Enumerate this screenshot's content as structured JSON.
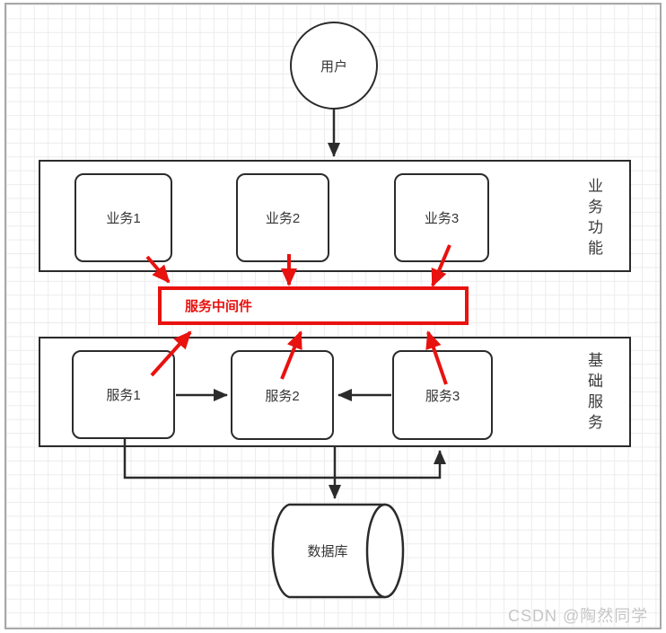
{
  "diagram": {
    "user": {
      "label": "用户"
    },
    "business": {
      "layer_label": "业务功能",
      "boxes": [
        {
          "label": "业务1"
        },
        {
          "label": "业务2"
        },
        {
          "label": "业务3"
        }
      ]
    },
    "middleware": {
      "label": "服务中间件"
    },
    "services": {
      "layer_label": "基础服务",
      "boxes": [
        {
          "label": "服务1"
        },
        {
          "label": "服务2"
        },
        {
          "label": "服务3"
        }
      ]
    },
    "database": {
      "label": "数据库"
    },
    "colors": {
      "node_stroke": "#2b2b2b",
      "highlight_red": "#e8120f",
      "grid_line": "#ececec",
      "watermark_gray": "#c6c6c6"
    }
  },
  "watermark": {
    "text": "CSDN @陶然同学"
  }
}
